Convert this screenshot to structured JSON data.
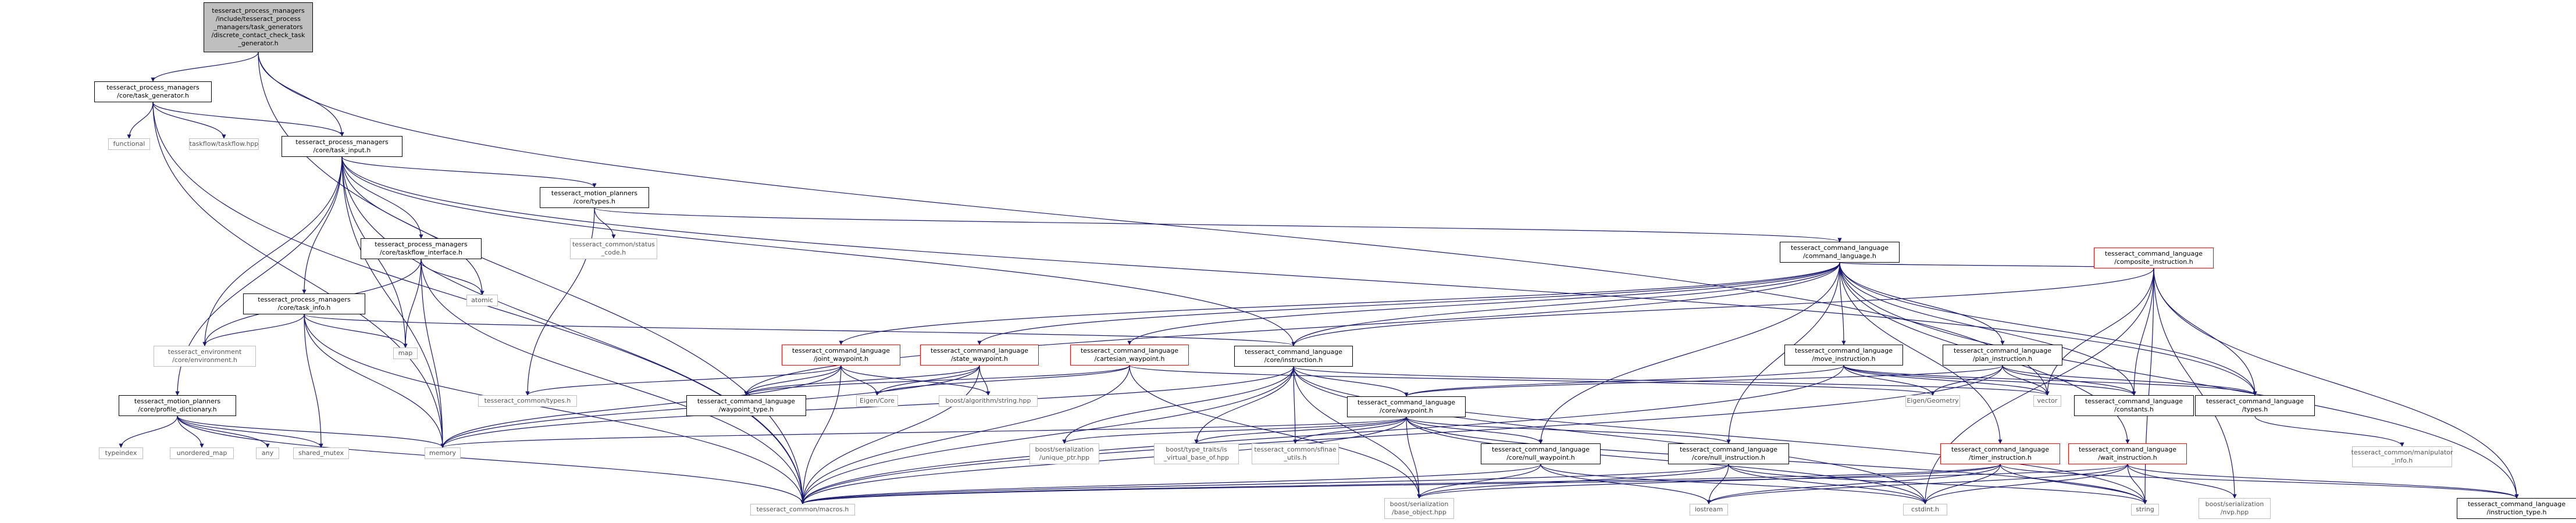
{
  "graph": {
    "edge_color": "#191970",
    "node_fill": "#ffffff",
    "root_fill": "#bfbfbf",
    "border_colors": {
      "file": "#000000",
      "external": "#bfbfbf",
      "truncated": "#ff0000"
    },
    "nodes": [
      {
        "id": "root",
        "label": "tesseract_process_managers\n/include/tesseract_process\n_managers/task_generators\n/discrete_contact_check_task\n_generator.h",
        "kind": "root"
      },
      {
        "id": "tg",
        "label": "tesseract_process_managers\n/core/task_generator.h",
        "kind": "file"
      },
      {
        "id": "functional",
        "label": "functional",
        "kind": "external"
      },
      {
        "id": "taskflow",
        "label": "taskflow/taskflow.hpp",
        "kind": "external"
      },
      {
        "id": "ti",
        "label": "tesseract_process_managers\n/core/task_input.h",
        "kind": "file"
      },
      {
        "id": "mp_types",
        "label": "tesseract_motion_planners\n/core/types.h",
        "kind": "file"
      },
      {
        "id": "status",
        "label": "tesseract_common/status\n_code.h",
        "kind": "external"
      },
      {
        "id": "cl",
        "label": "tesseract_command_language\n/command_language.h",
        "kind": "file"
      },
      {
        "id": "tfi",
        "label": "tesseract_process_managers\n/core/taskflow_interface.h",
        "kind": "file"
      },
      {
        "id": "atomic",
        "label": "atomic",
        "kind": "external"
      },
      {
        "id": "tinfo",
        "label": "tesseract_process_managers\n/core/task_info.h",
        "kind": "file"
      },
      {
        "id": "env",
        "label": "tesseract_environment\n/core/environment.h",
        "kind": "external"
      },
      {
        "id": "map",
        "label": "map",
        "kind": "external"
      },
      {
        "id": "composite",
        "label": "tesseract_command_language\n/composite_instruction.h",
        "kind": "truncated"
      },
      {
        "id": "jwp",
        "label": "tesseract_command_language\n/joint_waypoint.h",
        "kind": "truncated"
      },
      {
        "id": "swp",
        "label": "tesseract_command_language\n/state_waypoint.h",
        "kind": "truncated"
      },
      {
        "id": "cwp",
        "label": "tesseract_command_language\n/cartesian_waypoint.h",
        "kind": "truncated"
      },
      {
        "id": "instr",
        "label": "tesseract_command_language\n/core/instruction.h",
        "kind": "file"
      },
      {
        "id": "move",
        "label": "tesseract_command_language\n/move_instruction.h",
        "kind": "file"
      },
      {
        "id": "plan",
        "label": "tesseract_command_language\n/plan_instruction.h",
        "kind": "file"
      },
      {
        "id": "common_types",
        "label": "tesseract_common/types.h",
        "kind": "external"
      },
      {
        "id": "wptype",
        "label": "tesseract_command_language\n/waypoint_type.h",
        "kind": "file"
      },
      {
        "id": "eigencore",
        "label": "Eigen/Core",
        "kind": "external"
      },
      {
        "id": "boostalg",
        "label": "boost/algorithm/string.hpp",
        "kind": "external"
      },
      {
        "id": "wp",
        "label": "tesseract_command_language\n/core/waypoint.h",
        "kind": "file"
      },
      {
        "id": "eigengeo",
        "label": "Eigen/Geometry",
        "kind": "external"
      },
      {
        "id": "vector",
        "label": "vector",
        "kind": "external"
      },
      {
        "id": "constants",
        "label": "tesseract_command_language\n/constants.h",
        "kind": "file"
      },
      {
        "id": "cltypes",
        "label": "tesseract_command_language\n/types.h",
        "kind": "file"
      },
      {
        "id": "manip",
        "label": "tesseract_common/manipulator\n_info.h",
        "kind": "external"
      },
      {
        "id": "profile",
        "label": "tesseract_motion_planners\n/core/profile_dictionary.h",
        "kind": "file"
      },
      {
        "id": "typeindex",
        "label": "typeindex",
        "kind": "external"
      },
      {
        "id": "umap",
        "label": "unordered_map",
        "kind": "external"
      },
      {
        "id": "any",
        "label": "any",
        "kind": "external"
      },
      {
        "id": "smutex",
        "label": "shared_mutex",
        "kind": "external"
      },
      {
        "id": "memory",
        "label": "memory",
        "kind": "external"
      },
      {
        "id": "uptr",
        "label": "boost/serialization\n/unique_ptr.hpp",
        "kind": "external"
      },
      {
        "id": "tt",
        "label": "boost/type_traits/is\n_virtual_base_of.hpp",
        "kind": "external"
      },
      {
        "id": "sfinae",
        "label": "tesseract_common/sfinae\n_utils.h",
        "kind": "external"
      },
      {
        "id": "nullwp",
        "label": "tesseract_command_language\n/core/null_waypoint.h",
        "kind": "file"
      },
      {
        "id": "nullinstr",
        "label": "tesseract_command_language\n/core/null_instruction.h",
        "kind": "file"
      },
      {
        "id": "timer",
        "label": "tesseract_command_language\n/timer_instruction.h",
        "kind": "truncated"
      },
      {
        "id": "wait",
        "label": "tesseract_command_language\n/wait_instruction.h",
        "kind": "truncated"
      },
      {
        "id": "macros",
        "label": "tesseract_common/macros.h",
        "kind": "external"
      },
      {
        "id": "bobj",
        "label": "boost/serialization\n/base_object.hpp",
        "kind": "external"
      },
      {
        "id": "iostream",
        "label": "iostream",
        "kind": "external"
      },
      {
        "id": "cstdint",
        "label": "cstdint.h",
        "kind": "external"
      },
      {
        "id": "string",
        "label": "string",
        "kind": "external"
      },
      {
        "id": "nvp",
        "label": "boost/serialization\n/nvp.hpp",
        "kind": "external"
      },
      {
        "id": "itype",
        "label": "tesseract_command_language\n/instruction_type.h",
        "kind": "file"
      }
    ],
    "edges": [
      [
        "root",
        "tg"
      ],
      [
        "root",
        "ti"
      ],
      [
        "root",
        "macros"
      ],
      [
        "root",
        "vector"
      ],
      [
        "tg",
        "functional"
      ],
      [
        "tg",
        "taskflow"
      ],
      [
        "tg",
        "ti"
      ],
      [
        "tg",
        "macros"
      ],
      [
        "tg",
        "memory"
      ],
      [
        "ti",
        "mp_types"
      ],
      [
        "ti",
        "tfi"
      ],
      [
        "ti",
        "atomic"
      ],
      [
        "ti",
        "tinfo"
      ],
      [
        "ti",
        "env"
      ],
      [
        "ti",
        "map"
      ],
      [
        "ti",
        "memory"
      ],
      [
        "ti",
        "profile"
      ],
      [
        "ti",
        "macros"
      ],
      [
        "ti",
        "instr"
      ],
      [
        "ti",
        "cltypes"
      ],
      [
        "mp_types",
        "status"
      ],
      [
        "mp_types",
        "cl"
      ],
      [
        "mp_types",
        "common_types"
      ],
      [
        "tfi",
        "atomic"
      ],
      [
        "tfi",
        "map"
      ],
      [
        "tfi",
        "memory"
      ],
      [
        "tfi",
        "macros"
      ],
      [
        "tfi",
        "env"
      ],
      [
        "tinfo",
        "env"
      ],
      [
        "tinfo",
        "map"
      ],
      [
        "tinfo",
        "memory"
      ],
      [
        "tinfo",
        "smutex"
      ],
      [
        "tinfo",
        "macros"
      ],
      [
        "tinfo",
        "instr"
      ],
      [
        "cl",
        "composite"
      ],
      [
        "cl",
        "jwp"
      ],
      [
        "cl",
        "swp"
      ],
      [
        "cl",
        "cwp"
      ],
      [
        "cl",
        "instr"
      ],
      [
        "cl",
        "move"
      ],
      [
        "cl",
        "plan"
      ],
      [
        "cl",
        "wptype"
      ],
      [
        "cl",
        "constants"
      ],
      [
        "cl",
        "cltypes"
      ],
      [
        "cl",
        "nullwp"
      ],
      [
        "cl",
        "nullinstr"
      ],
      [
        "cl",
        "timer"
      ],
      [
        "cl",
        "wait"
      ],
      [
        "cl",
        "itype"
      ],
      [
        "composite",
        "instr"
      ],
      [
        "composite",
        "constants"
      ],
      [
        "composite",
        "cltypes"
      ],
      [
        "composite",
        "vector"
      ],
      [
        "composite",
        "string"
      ],
      [
        "composite",
        "cstdint"
      ],
      [
        "composite",
        "itype"
      ],
      [
        "composite",
        "nvp"
      ],
      [
        "jwp",
        "wptype"
      ],
      [
        "jwp",
        "eigencore"
      ],
      [
        "jwp",
        "boostalg"
      ],
      [
        "jwp",
        "memory"
      ],
      [
        "jwp",
        "macros"
      ],
      [
        "jwp",
        "common_types"
      ],
      [
        "swp",
        "wptype"
      ],
      [
        "swp",
        "eigencore"
      ],
      [
        "swp",
        "boostalg"
      ],
      [
        "swp",
        "macros"
      ],
      [
        "swp",
        "memory"
      ],
      [
        "cwp",
        "wptype"
      ],
      [
        "cwp",
        "eigengeo"
      ],
      [
        "cwp",
        "eigencore"
      ],
      [
        "cwp",
        "macros"
      ],
      [
        "cwp",
        "bobj"
      ],
      [
        "instr",
        "wp"
      ],
      [
        "instr",
        "memory"
      ],
      [
        "instr",
        "uptr"
      ],
      [
        "instr",
        "tt"
      ],
      [
        "instr",
        "sfinae"
      ],
      [
        "instr",
        "macros"
      ],
      [
        "instr",
        "bobj"
      ],
      [
        "instr",
        "string"
      ],
      [
        "instr",
        "vector"
      ],
      [
        "instr",
        "cstdint"
      ],
      [
        "move",
        "wp"
      ],
      [
        "move",
        "eigengeo"
      ],
      [
        "move",
        "vector"
      ],
      [
        "move",
        "constants"
      ],
      [
        "move",
        "cltypes"
      ],
      [
        "move",
        "macros"
      ],
      [
        "plan",
        "wp"
      ],
      [
        "plan",
        "eigengeo"
      ],
      [
        "plan",
        "vector"
      ],
      [
        "plan",
        "constants"
      ],
      [
        "plan",
        "cltypes"
      ],
      [
        "plan",
        "macros"
      ],
      [
        "wp",
        "memory"
      ],
      [
        "wp",
        "uptr"
      ],
      [
        "wp",
        "tt"
      ],
      [
        "wp",
        "sfinae"
      ],
      [
        "wp",
        "macros"
      ],
      [
        "wp",
        "bobj"
      ],
      [
        "wp",
        "string"
      ],
      [
        "wp",
        "cstdint"
      ],
      [
        "wp",
        "nullwp"
      ],
      [
        "wp",
        "nullinstr"
      ],
      [
        "cltypes",
        "manip"
      ],
      [
        "nullwp",
        "macros"
      ],
      [
        "nullwp",
        "bobj"
      ],
      [
        "nullwp",
        "iostream"
      ],
      [
        "nullwp",
        "cstdint"
      ],
      [
        "nullinstr",
        "macros"
      ],
      [
        "nullinstr",
        "bobj"
      ],
      [
        "nullinstr",
        "iostream"
      ],
      [
        "nullinstr",
        "cstdint"
      ],
      [
        "nullinstr",
        "string"
      ],
      [
        "timer",
        "macros"
      ],
      [
        "timer",
        "iostream"
      ],
      [
        "timer",
        "cstdint"
      ],
      [
        "timer",
        "string"
      ],
      [
        "timer",
        "bobj"
      ],
      [
        "timer",
        "itype"
      ],
      [
        "wait",
        "macros"
      ],
      [
        "wait",
        "iostream"
      ],
      [
        "wait",
        "cstdint"
      ],
      [
        "wait",
        "string"
      ],
      [
        "wait",
        "nvp"
      ],
      [
        "wait",
        "itype"
      ],
      [
        "profile",
        "typeindex"
      ],
      [
        "profile",
        "umap"
      ],
      [
        "profile",
        "any"
      ],
      [
        "profile",
        "smutex"
      ],
      [
        "profile",
        "memory"
      ],
      [
        "profile",
        "macros"
      ]
    ]
  }
}
